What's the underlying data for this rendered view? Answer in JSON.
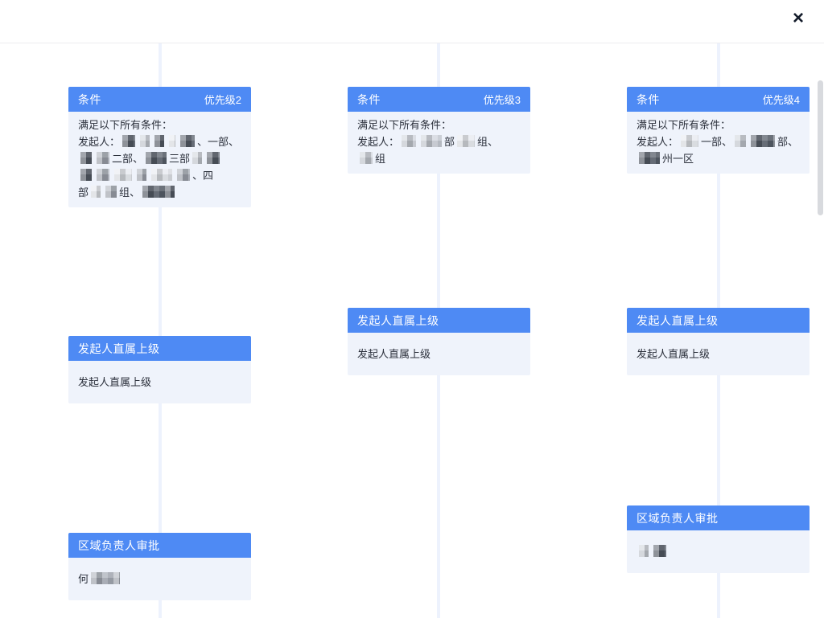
{
  "modal": {
    "close_icon": "×"
  },
  "colors": {
    "header_blue": "#4e8af4",
    "card_bg": "#eff3fb",
    "connector": "#edf2fd"
  },
  "cards": [
    {
      "title": "条件",
      "priority": "优先级2",
      "lines": [
        [
          {
            "t": "满足以下所有条件："
          }
        ],
        [
          {
            "t": "发起人："
          },
          {
            "r": 16,
            "s": "d"
          },
          {
            "r": 12,
            "s": "l"
          },
          {
            "r": 12,
            "s": "d"
          },
          {
            "r": 8,
            "s": "xl"
          },
          {
            "r": 18,
            "s": "d"
          },
          {
            "t": "、一部、"
          }
        ],
        [
          {
            "r": 14,
            "s": "d"
          },
          {
            "r": 16,
            "s": "m"
          },
          {
            "t": "二部、"
          },
          {
            "r": 26,
            "s": "d"
          },
          {
            "t": "三部"
          },
          {
            "r": 12,
            "s": "l"
          },
          {
            "r": 16,
            "s": "d"
          }
        ],
        [
          {
            "r": 14,
            "s": "d"
          },
          {
            "r": 16,
            "s": "m"
          },
          {
            "r": 22,
            "s": "xl"
          },
          {
            "r": 12,
            "s": "m"
          },
          {
            "r": 26,
            "s": "xl"
          },
          {
            "r": 16,
            "s": "m"
          },
          {
            "t": "、四"
          }
        ],
        [
          {
            "t": "部"
          },
          {
            "r": 12,
            "s": "xl"
          },
          {
            "r": 14,
            "s": "m"
          },
          {
            "t": "组、"
          },
          {
            "r": 40,
            "s": "d"
          }
        ]
      ]
    },
    {
      "title": "发起人直属上级",
      "lines": [
        [
          {
            "t": "发起人直属上级"
          }
        ]
      ]
    },
    {
      "title": "区域负责人审批",
      "lines": [
        [
          {
            "t": "何"
          },
          {
            "r": 36,
            "s": "m"
          }
        ]
      ]
    },
    {
      "title": "条件",
      "priority": "优先级3",
      "lines": [
        [
          {
            "t": "满足以下所有条件："
          }
        ],
        [
          {
            "t": "发起人："
          },
          {
            "r": 18,
            "s": "l"
          },
          {
            "r": 26,
            "s": "l"
          },
          {
            "t": "部"
          },
          {
            "r": 22,
            "s": "xl"
          },
          {
            "t": "组、"
          }
        ],
        [
          {
            "r": 16,
            "s": "l"
          },
          {
            "t": "组"
          }
        ]
      ]
    },
    {
      "title": "发起人直属上级",
      "lines": [
        [
          {
            "t": "发起人直属上级"
          }
        ]
      ]
    },
    {
      "title": "条件",
      "priority": "优先级4",
      "lines": [
        [
          {
            "t": "满足以下所有条件："
          }
        ],
        [
          {
            "t": "发起人："
          },
          {
            "r": 22,
            "s": "xl"
          },
          {
            "t": "一部、"
          },
          {
            "r": 14,
            "s": "l"
          },
          {
            "r": 30,
            "s": "d"
          },
          {
            "t": "部、"
          }
        ],
        [
          {
            "r": 26,
            "s": "d"
          },
          {
            "t": "州一区"
          }
        ]
      ]
    },
    {
      "title": "发起人直属上级",
      "lines": [
        [
          {
            "t": "发起人直属上级"
          }
        ]
      ]
    },
    {
      "title": "区域负责人审批",
      "lines": [
        [
          {
            "r": 12,
            "s": "l"
          },
          {
            "r": 16,
            "s": "d"
          }
        ]
      ]
    }
  ]
}
